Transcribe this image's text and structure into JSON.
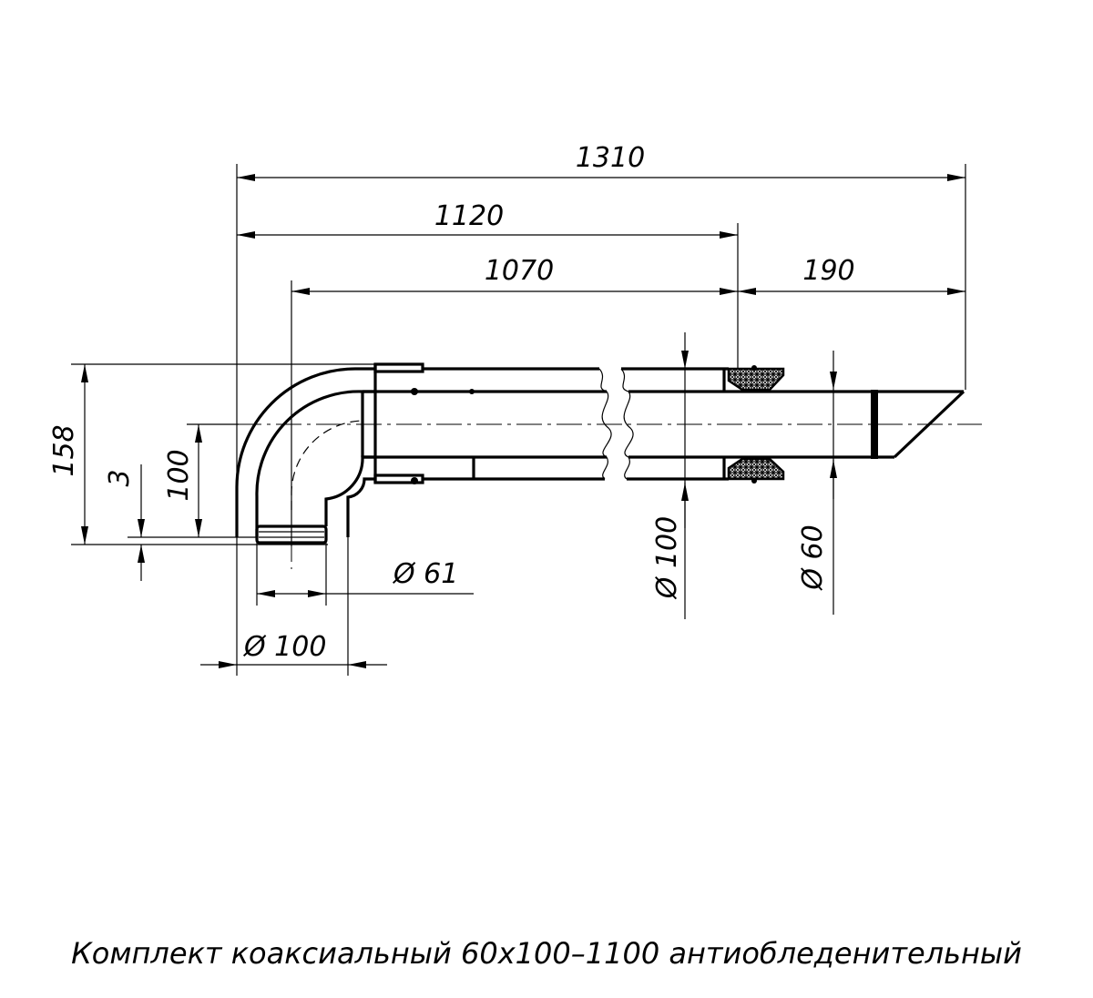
{
  "dimensions": {
    "overall_length": "1310",
    "length_1120": "1120",
    "length_1070": "1070",
    "tip_length": "190",
    "height_158": "158",
    "offset_3": "3",
    "height_100": "100",
    "dia_inner_elbow": "Ø 61",
    "dia_outer_elbow": "Ø 100",
    "dia_outer_pipe": "Ø 100",
    "dia_inner_pipe": "Ø 60"
  },
  "caption": "Комплект коаксиальный 60х100–1100 антиобледенительный"
}
